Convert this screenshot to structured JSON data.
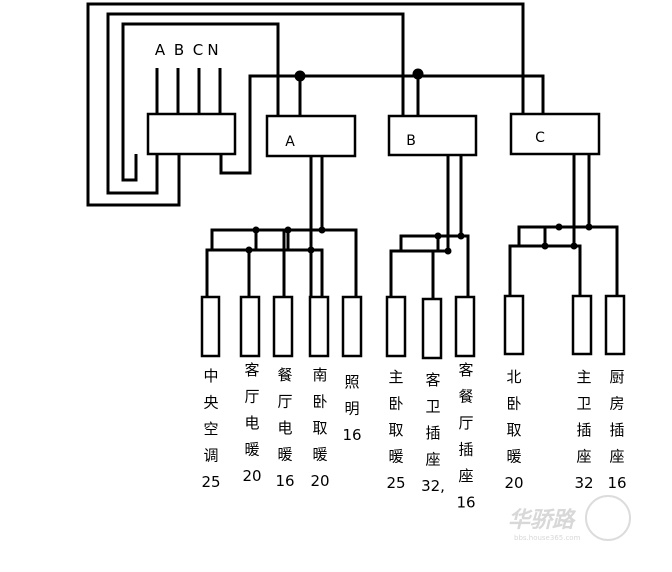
{
  "source": {
    "phases": [
      "A",
      "B",
      "C",
      "N"
    ]
  },
  "boxes": [
    "A",
    "B",
    "C"
  ],
  "circuits": [
    {
      "chars": [
        "中",
        "央",
        "空",
        "调"
      ],
      "rating": "25"
    },
    {
      "chars": [
        "客",
        "厅",
        "电",
        "暖"
      ],
      "rating": "20"
    },
    {
      "chars": [
        "餐",
        "厅",
        "电",
        "暖"
      ],
      "rating": "16"
    },
    {
      "chars": [
        "南",
        "卧",
        "取",
        "暖"
      ],
      "rating": "20"
    },
    {
      "chars": [
        "照",
        "明"
      ],
      "rating": "16"
    },
    {
      "chars": [
        "主",
        "卧",
        "取",
        "暖"
      ],
      "rating": "25"
    },
    {
      "chars": [
        "客",
        "卫",
        "插",
        "座"
      ],
      "rating": "32,"
    },
    {
      "chars": [
        "客",
        "餐",
        "厅",
        "插",
        "座"
      ],
      "rating": "16"
    },
    {
      "chars": [
        "北",
        "卧",
        "取",
        "暖"
      ],
      "rating": "20"
    },
    {
      "chars": [
        "主",
        "卫",
        "插",
        "座"
      ],
      "rating": "32"
    },
    {
      "chars": [
        "厨",
        "房",
        "插",
        "座"
      ],
      "rating": "16"
    }
  ],
  "watermark": {
    "text": "华骄路",
    "sub": "bbs.house365.com"
  },
  "colors": {
    "line": "#000000",
    "background": "#ffffff"
  }
}
